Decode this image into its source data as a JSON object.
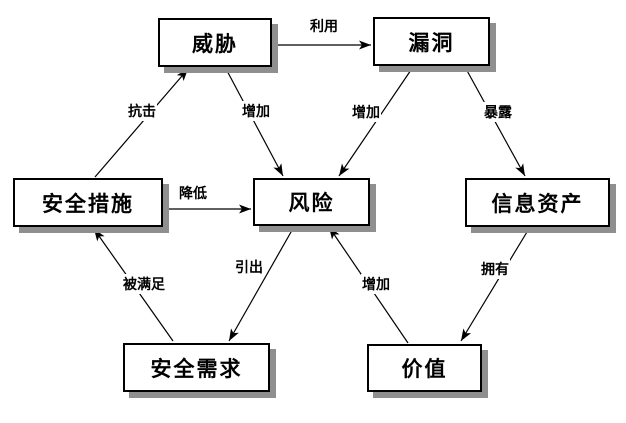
{
  "diagram": {
    "type": "relationship-diagram",
    "background_color": "#ffffff",
    "box_fill_color": "#ffffff",
    "box_border_color": "#000000",
    "box_shadow_color": "#8f8f8f",
    "line_color": "#000000",
    "nodes": [
      {
        "id": "threat",
        "label": "威胁"
      },
      {
        "id": "vulnerability",
        "label": "漏洞"
      },
      {
        "id": "security-measures",
        "label": "安全措施"
      },
      {
        "id": "risk",
        "label": "风险"
      },
      {
        "id": "information-assets",
        "label": "信息资产"
      },
      {
        "id": "security-requirements",
        "label": "安全需求"
      },
      {
        "id": "value",
        "label": "价值"
      }
    ],
    "edges": [
      {
        "from": "威胁",
        "to": "漏洞",
        "label": "利用"
      },
      {
        "from": "安全措施",
        "to": "威胁",
        "label": "抗击"
      },
      {
        "from": "威胁",
        "to": "风险",
        "label": "增加"
      },
      {
        "from": "漏洞",
        "to": "风险",
        "label": "增加"
      },
      {
        "from": "漏洞",
        "to": "信息资产",
        "label": "暴露"
      },
      {
        "from": "安全措施",
        "to": "风险",
        "label": "降低"
      },
      {
        "from": "安全需求",
        "to": "安全措施",
        "label": "被满足"
      },
      {
        "from": "风险",
        "to": "安全需求",
        "label": "引出"
      },
      {
        "from": "价值",
        "to": "风险",
        "label": "增加"
      },
      {
        "from": "信息资产",
        "to": "价值",
        "label": "拥有"
      }
    ]
  }
}
